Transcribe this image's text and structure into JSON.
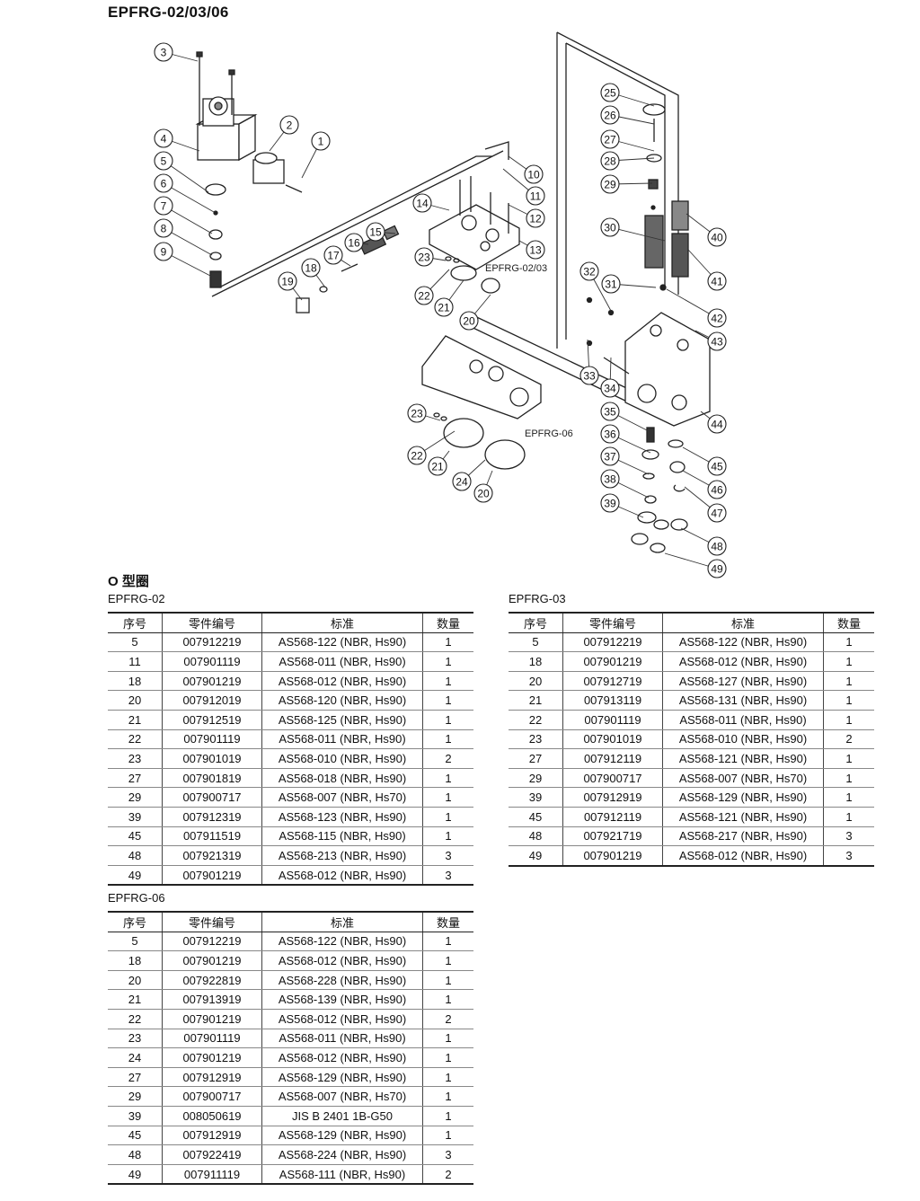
{
  "title": "EPFRG-02/03/06",
  "diagram": {
    "label_0203": "EPFRG-02/03",
    "label_06": "EPFRG-06",
    "callouts": [
      "1",
      "2",
      "3",
      "4",
      "5",
      "6",
      "7",
      "8",
      "9",
      "10",
      "11",
      "12",
      "13",
      "14",
      "15",
      "16",
      "17",
      "18",
      "19",
      "20",
      "21",
      "22",
      "23",
      "25",
      "26",
      "27",
      "28",
      "29",
      "30",
      "31",
      "32",
      "33",
      "34",
      "35",
      "36",
      "37",
      "38",
      "39",
      "40",
      "41",
      "42",
      "43",
      "44",
      "45",
      "46",
      "47",
      "48",
      "49",
      "23",
      "22",
      "21",
      "24",
      "20"
    ]
  },
  "section_title": "O 型圈",
  "headers": [
    "序号",
    "零件编号",
    "标准",
    "数量"
  ],
  "tables": [
    {
      "name": "EPFRG-02",
      "rows": [
        [
          "5",
          "007912219",
          "AS568-122 (NBR, Hs90)",
          "1"
        ],
        [
          "11",
          "007901119",
          "AS568-011 (NBR, Hs90)",
          "1"
        ],
        [
          "18",
          "007901219",
          "AS568-012 (NBR, Hs90)",
          "1"
        ],
        [
          "20",
          "007912019",
          "AS568-120 (NBR, Hs90)",
          "1"
        ],
        [
          "21",
          "007912519",
          "AS568-125 (NBR, Hs90)",
          "1"
        ],
        [
          "22",
          "007901119",
          "AS568-011 (NBR, Hs90)",
          "1"
        ],
        [
          "23",
          "007901019",
          "AS568-010 (NBR, Hs90)",
          "2"
        ],
        [
          "27",
          "007901819",
          "AS568-018 (NBR, Hs90)",
          "1"
        ],
        [
          "29",
          "007900717",
          "AS568-007 (NBR, Hs70)",
          "1"
        ],
        [
          "39",
          "007912319",
          "AS568-123 (NBR, Hs90)",
          "1"
        ],
        [
          "45",
          "007911519",
          "AS568-115 (NBR, Hs90)",
          "1"
        ],
        [
          "48",
          "007921319",
          "AS568-213 (NBR, Hs90)",
          "3"
        ],
        [
          "49",
          "007901219",
          "AS568-012 (NBR, Hs90)",
          "3"
        ]
      ]
    },
    {
      "name": "EPFRG-03",
      "rows": [
        [
          "5",
          "007912219",
          "AS568-122 (NBR, Hs90)",
          "1"
        ],
        [
          "18",
          "007901219",
          "AS568-012 (NBR, Hs90)",
          "1"
        ],
        [
          "20",
          "007912719",
          "AS568-127 (NBR, Hs90)",
          "1"
        ],
        [
          "21",
          "007913119",
          "AS568-131 (NBR, Hs90)",
          "1"
        ],
        [
          "22",
          "007901119",
          "AS568-011 (NBR, Hs90)",
          "1"
        ],
        [
          "23",
          "007901019",
          "AS568-010 (NBR, Hs90)",
          "2"
        ],
        [
          "27",
          "007912119",
          "AS568-121 (NBR, Hs90)",
          "1"
        ],
        [
          "29",
          "007900717",
          "AS568-007 (NBR, Hs70)",
          "1"
        ],
        [
          "39",
          "007912919",
          "AS568-129 (NBR, Hs90)",
          "1"
        ],
        [
          "45",
          "007912119",
          "AS568-121 (NBR, Hs90)",
          "1"
        ],
        [
          "48",
          "007921719",
          "AS568-217 (NBR, Hs90)",
          "3"
        ],
        [
          "49",
          "007901219",
          "AS568-012 (NBR, Hs90)",
          "3"
        ]
      ]
    },
    {
      "name": "EPFRG-06",
      "rows": [
        [
          "5",
          "007912219",
          "AS568-122 (NBR, Hs90)",
          "1"
        ],
        [
          "18",
          "007901219",
          "AS568-012 (NBR, Hs90)",
          "1"
        ],
        [
          "20",
          "007922819",
          "AS568-228 (NBR, Hs90)",
          "1"
        ],
        [
          "21",
          "007913919",
          "AS568-139 (NBR, Hs90)",
          "1"
        ],
        [
          "22",
          "007901219",
          "AS568-012 (NBR, Hs90)",
          "2"
        ],
        [
          "23",
          "007901119",
          "AS568-011 (NBR, Hs90)",
          "1"
        ],
        [
          "24",
          "007901219",
          "AS568-012 (NBR, Hs90)",
          "1"
        ],
        [
          "27",
          "007912919",
          "AS568-129 (NBR, Hs90)",
          "1"
        ],
        [
          "29",
          "007900717",
          "AS568-007 (NBR, Hs70)",
          "1"
        ],
        [
          "39",
          "008050619",
          "JIS B 2401 1B-G50",
          "1"
        ],
        [
          "45",
          "007912919",
          "AS568-129 (NBR, Hs90)",
          "1"
        ],
        [
          "48",
          "007922419",
          "AS568-224 (NBR, Hs90)",
          "3"
        ],
        [
          "49",
          "007911119",
          "AS568-111 (NBR, Hs90)",
          "2"
        ]
      ]
    }
  ]
}
